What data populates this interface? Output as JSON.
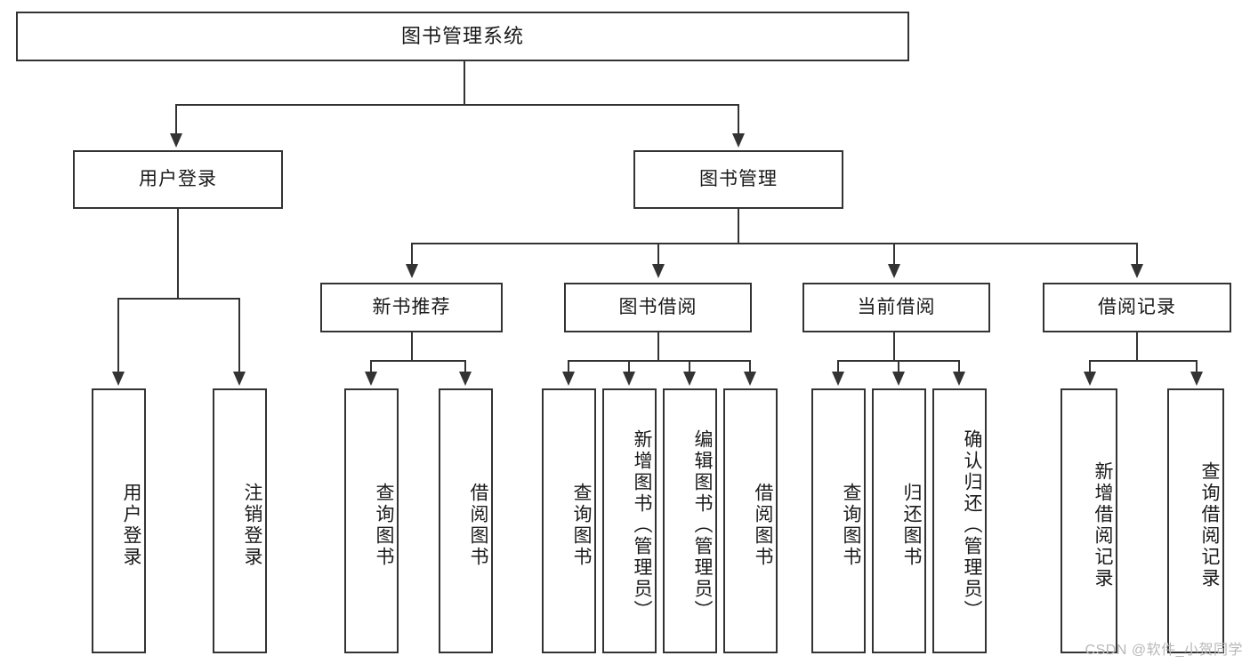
{
  "diagram": {
    "title": "图书管理系统",
    "type": "tree-hierarchy-diagram",
    "colors": {
      "stroke": "#333333",
      "fill": "#ffffff",
      "text": "#1a1a1a",
      "watermark": "#b8b8b8"
    },
    "root": {
      "label": "图书管理系统"
    },
    "level2": [
      {
        "label": "用户登录"
      },
      {
        "label": "图书管理"
      }
    ],
    "level3": [
      {
        "label": "新书推荐"
      },
      {
        "label": "图书借阅"
      },
      {
        "label": "当前借阅"
      },
      {
        "label": "借阅记录"
      }
    ],
    "leaves": {
      "user_login": [
        {
          "label": "用户登录"
        },
        {
          "label": "注销登录"
        }
      ],
      "new_book_recommend": [
        {
          "label": "查询图书"
        },
        {
          "label": "借阅图书"
        }
      ],
      "book_borrow": [
        {
          "label": "查询图书"
        },
        {
          "label": "新增图书（管理员）"
        },
        {
          "label": "编辑图书（管理员）"
        },
        {
          "label": "借阅图书"
        }
      ],
      "current_borrow": [
        {
          "label": "查询图书"
        },
        {
          "label": "归还图书"
        },
        {
          "label": "确认归还（管理员）"
        }
      ],
      "borrow_record": [
        {
          "label": "新增借阅记录"
        },
        {
          "label": "查询借阅记录"
        }
      ]
    },
    "watermark": "CSDN @软件_小贺同学"
  }
}
